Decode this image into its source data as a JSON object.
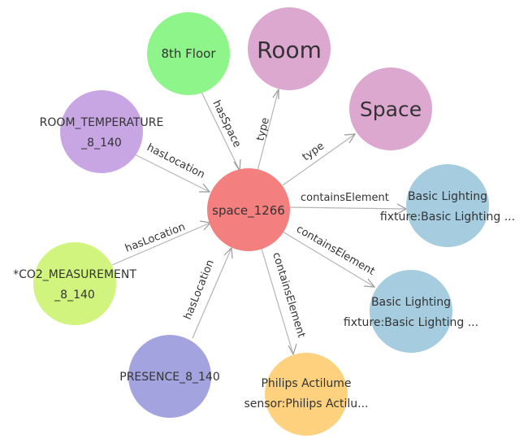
{
  "graph": {
    "center": {
      "label": "space_1266",
      "color": "#f47f7f"
    },
    "nodes": [
      {
        "id": "floor",
        "label": "8th Floor",
        "color": "#8ef58a"
      },
      {
        "id": "room",
        "label": "Room",
        "color": "#dca8d0"
      },
      {
        "id": "space",
        "label": "Space",
        "color": "#dca8d0"
      },
      {
        "id": "temp",
        "line1": "ROOM_TEMPERATURE",
        "line2": "_8_140",
        "color": "#c8a6e4"
      },
      {
        "id": "co2",
        "line1": "*CO2_MEASUREMENT",
        "line2": "_8_140",
        "color": "#d0f47e"
      },
      {
        "id": "presence",
        "label": "PRESENCE_8_140",
        "color": "#a3a3e0"
      },
      {
        "id": "light1",
        "line1": "Basic Lighting",
        "line2": "fixture:Basic Lighting ...",
        "color": "#a6cce0"
      },
      {
        "id": "light2",
        "line1": "Basic Lighting",
        "line2": "fixture:Basic Lighting ...",
        "color": "#a6cce0"
      },
      {
        "id": "philips",
        "line1": "Philips Actilume",
        "line2": "sensor:Philips Actilu...",
        "color": "#fdd17e"
      }
    ],
    "edges": [
      {
        "id": "hasspace",
        "label": "hasSpace"
      },
      {
        "id": "type-room",
        "label": "type"
      },
      {
        "id": "type-space",
        "label": "type"
      },
      {
        "id": "hasloc-temp",
        "label": "hasLocation"
      },
      {
        "id": "hasloc-co2",
        "label": "hasLocation"
      },
      {
        "id": "hasloc-presence",
        "label": "hasLocation"
      },
      {
        "id": "contains-light1",
        "label": "containsElement"
      },
      {
        "id": "contains-light2",
        "label": "containsElement"
      },
      {
        "id": "contains-philips",
        "label": "containsElement"
      }
    ]
  }
}
